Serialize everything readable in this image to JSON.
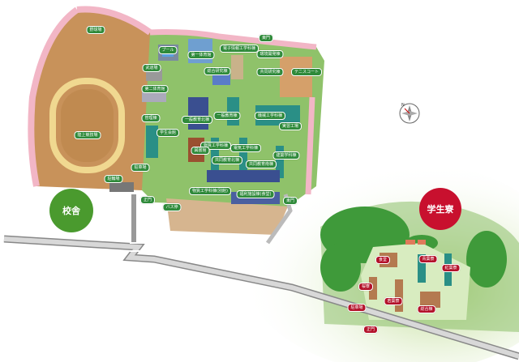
{
  "colors": {
    "campus_circle": "#4a9a2e",
    "dorm_circle": "#c8102e",
    "label_green": "#2f8a3a",
    "label_red": "#b3122a"
  },
  "areas": {
    "campus": "校舎",
    "dormitory": "学生寮"
  },
  "campus_labels": [
    "野球場",
    "プール",
    "第一体育館",
    "電子情報工学科棟",
    "東門",
    "環境開発棟",
    "武道場",
    "総合研究棟",
    "共同研究棟",
    "テニスコート",
    "第二体育館",
    "管理棟",
    "一般教育北棟",
    "一般教育棟",
    "機械工学科棟",
    "実習工場",
    "学生会館",
    "物質工学科棟",
    "電気工学科棟",
    "図書館",
    "建築学科棟",
    "共同教育北棟",
    "共同教育南棟",
    "駐車場",
    "駐輪場",
    "陸上競技場",
    "物質工学科棟(別館)",
    "福利施設棟(食堂)",
    "正門",
    "東門",
    "バス停"
  ],
  "dorm_labels": [
    "食堂",
    "青葉寮",
    "紅葉寮",
    "桜寮",
    "若葉寮",
    "総合棟",
    "駐車場",
    "正門"
  ],
  "compass": {
    "icon": "compass-icon",
    "north": "N"
  }
}
